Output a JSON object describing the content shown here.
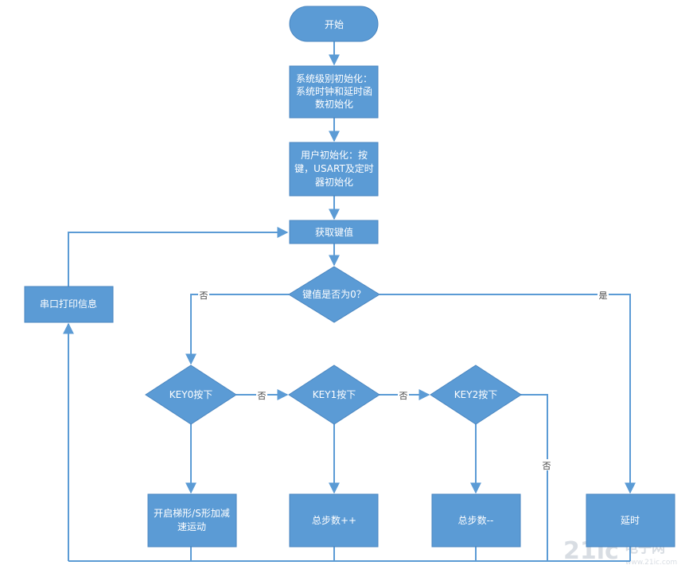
{
  "colors": {
    "node_fill": "#5b9bd5",
    "node_stroke": "#4a86c0",
    "edge": "#5b9bd5",
    "text": "#ffffff",
    "label_text": "#444444"
  },
  "nodes": {
    "start": "开始",
    "sys_init": [
      "系统级别初始化：",
      "系统时钟和延时函",
      "数初始化"
    ],
    "user_init": [
      "用户初始化：按",
      "键，USART及定时",
      "器初始化"
    ],
    "get_key": "获取键值",
    "key_zero": "键值是否为0？",
    "serial_print": "串口打印信息",
    "key0": "KEY0按下",
    "key1": "KEY1按下",
    "key2": "KEY2按下",
    "motion": [
      "开启梯形/S形加减",
      "速运动"
    ],
    "step_inc": "总步数++",
    "step_dec": "总步数--",
    "delay": "延时"
  },
  "edge_labels": {
    "no_left": "否",
    "yes_right": "是",
    "no_key0": "否",
    "no_key1": "否",
    "no_key2": "否"
  },
  "watermark": {
    "logo": "21ic",
    "name": "电子网",
    "url": "www.21ic.com"
  }
}
